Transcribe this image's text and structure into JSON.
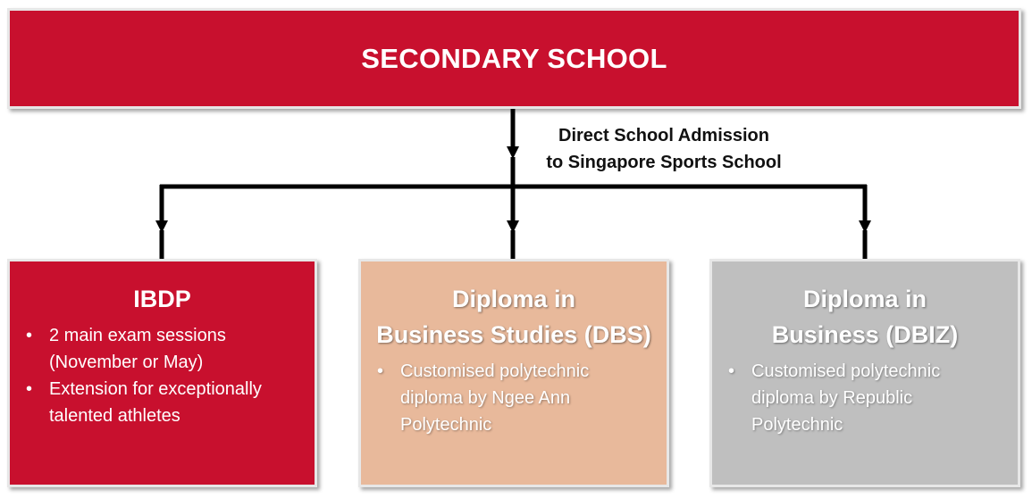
{
  "top": {
    "title": "SECONDARY SCHOOL"
  },
  "connector": {
    "line1": "Direct School Admission",
    "line2": "to Singapore Sports School"
  },
  "children": [
    {
      "title_lines": [
        "IBDP"
      ],
      "bullets": [
        [
          "2 main exam sessions",
          "(November or May)"
        ],
        [
          "Extension for exceptionally",
          "talented athletes"
        ]
      ]
    },
    {
      "title_lines": [
        "Diploma in",
        "Business Studies (DBS)"
      ],
      "bullets": [
        [
          "Customised polytechnic",
          "diploma by Ngee Ann",
          "Polytechnic"
        ]
      ]
    },
    {
      "title_lines": [
        "Diploma in",
        "Business (DBIZ)"
      ],
      "bullets": [
        [
          "Customised polytechnic",
          "diploma by Republic",
          "Polytechnic"
        ]
      ]
    }
  ],
  "colors": {
    "primary_red": "#c8102e",
    "peach": "#e8b99b",
    "grey": "#bfbfbf"
  }
}
